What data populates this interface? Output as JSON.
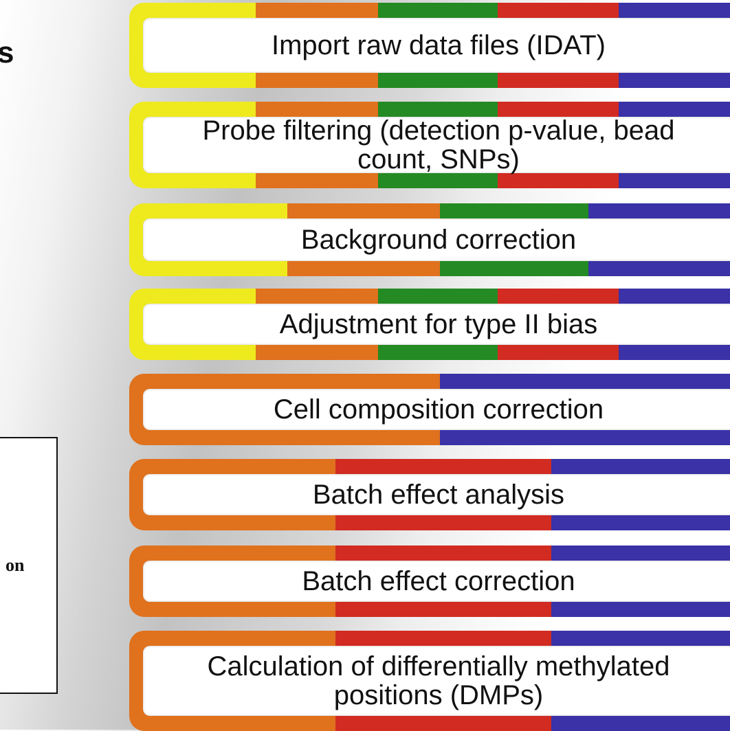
{
  "left_heading": "s",
  "side_box_text": "on",
  "colors": {
    "yellow": "#eeea1e",
    "orange": "#e0711d",
    "green": "#248a23",
    "red": "#d12b22",
    "blue": "#3a32a6"
  },
  "steps": [
    {
      "label": "Import raw data files (IDAT)"
    },
    {
      "label": "Probe filtering (detection p-value, bead count, SNPs)"
    },
    {
      "label": "Background correction"
    },
    {
      "label": "Adjustment for type II bias"
    },
    {
      "label": "Cell composition correction"
    },
    {
      "label": "Batch effect analysis"
    },
    {
      "label": "Batch effect correction"
    },
    {
      "label": "Calculation of differentially methylated positions (DMPs)"
    }
  ]
}
